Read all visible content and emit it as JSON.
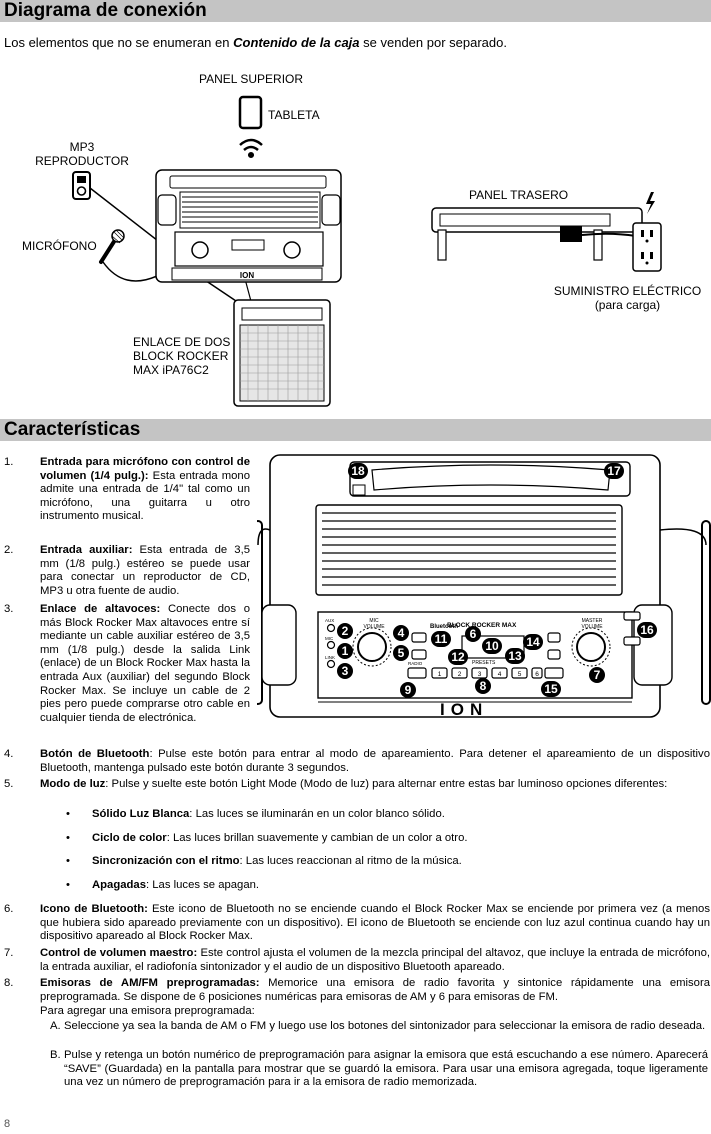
{
  "section1": {
    "title": "Diagrama de conexión"
  },
  "intro": {
    "before": "Los elementos que no se enumeran en ",
    "emphasis": "Contenido de la caja",
    "after": " se venden por separado."
  },
  "diagram1": {
    "panel_superior": "PANEL SUPERIOR",
    "tableta": "TABLETA",
    "mp3_line1": "MP3",
    "mp3_line2": "REPRODUCTOR",
    "microfono": "MICRÓFONO",
    "panel_trasero": "PANEL TRASERO",
    "suministro_line1": "SUMINISTRO ELÉCTRICO",
    "suministro_line2": "(para carga)",
    "enlace_line1": "ENLACE DE DOS",
    "enlace_line2": "BLOCK ROCKER",
    "enlace_line3": "MAX iPA76C2"
  },
  "section2": {
    "title": "Características"
  },
  "diagram2": {
    "brand": "BLOCK ROCKER MAX",
    "logo": "ION",
    "mic_volume": "MIC VOLUME",
    "master_volume": "MASTER VOLUME",
    "presets": "PRESETS",
    "bluetooth": "Bluetooth",
    "radio": "RADIO",
    "aux": "AUX",
    "mic": "MIC",
    "link": "LINK",
    "preset_buttons": [
      "1",
      "2",
      "3",
      "4",
      "5",
      "6"
    ],
    "callouts": [
      "1",
      "2",
      "3",
      "4",
      "5",
      "6",
      "7",
      "8",
      "9",
      "10",
      "11",
      "12",
      "13",
      "14",
      "15",
      "16",
      "17",
      "18"
    ]
  },
  "features": [
    {
      "num": "1.",
      "title": "Entrada para micrófono con control de volumen (1/4 pulg.):",
      "text": " Esta entrada mono admite una entrada de 1/4\" tal como un micrófono, una guitarra u otro instrumento musical."
    },
    {
      "num": "2.",
      "title": "Entrada auxiliar:",
      "text": " Esta entrada de 3,5 mm (1/8 pulg.) estéreo se puede usar para conectar un reproductor de CD, MP3 u otra fuente de audio."
    },
    {
      "num": "3.",
      "title": "Enlace de altavoces:",
      "text": " Conecte dos o más Block Rocker Max altavoces entre sí mediante un cable auxiliar estéreo de 3,5 mm (1/8 pulg.) desde la salida Link (enlace) de un Block Rocker Max hasta la entrada Aux (auxiliar) del segundo Block Rocker Max. Se incluye un cable de 2 pies pero puede comprarse otro cable en cualquier tienda de electrónica."
    },
    {
      "num": "4.",
      "title": "Botón de Bluetooth",
      "text": ": Pulse este botón para entrar al modo de apareamiento. Para detener el apareamiento de un dispositivo Bluetooth, mantenga pulsado este botón durante 3 segundos."
    },
    {
      "num": "5.",
      "title": "Modo de luz",
      "text": ": Pulse y suelte este botón Light Mode (Modo de luz) para alternar entre estas bar luminoso opciones diferentes:"
    },
    {
      "num": "6.",
      "title": "Icono de Bluetooth:",
      "text": " Este icono de Bluetooth no se enciende cuando el Block Rocker Max se enciende por primera vez (a menos que hubiera sido apareado previamente con un dispositivo). El icono de Bluetooth se enciende con luz azul continua cuando hay un dispositivo apareado al Block Rocker Max."
    },
    {
      "num": "7.",
      "title": "Control de volumen maestro:",
      "text": " Este control ajusta el volumen de la mezcla principal del altavoz, que incluye la entrada de micrófono, la entrada auxiliar, el radiofonía sintonizador y el audio de un dispositivo Bluetooth apareado."
    },
    {
      "num": "8.",
      "title": "Emisoras de AM/FM preprogramadas:",
      "text": " Memorice una emisora de radio favorita y sintonice rápidamente una emisora preprogramada. Se dispone de 6 posiciones numéricas para emisoras de AM y 6 para emisoras de FM."
    }
  ],
  "light_modes": [
    {
      "title": "Sólido Luz Blanca",
      "text": ": Las luces se iluminarán en un color blanco sólido."
    },
    {
      "title": "Ciclo de color",
      "text": ": Las luces brillan suavemente y cambian de un color a otro."
    },
    {
      "title": "Sincronización con el ritmo",
      "text": ": Las luces reaccionan al ritmo de la música."
    },
    {
      "title": "Apagadas",
      "text": ": Las luces se apagan."
    }
  ],
  "preset_intro": "Para agregar una emisora preprogramada:",
  "preset_steps": [
    {
      "letter": "A.",
      "text": "Seleccione ya sea la banda de AM o FM y luego use los botones del sintonizador para seleccionar la emisora de radio deseada."
    },
    {
      "letter": "B.",
      "text": "Pulse y retenga un botón numérico de preprogramación para asignar la emisora que está escuchando a ese número. Aparecerá “SAVE” (Guardada) en la pantalla para mostrar que se guardó la emisora. Para usar una emisora agregada, toque ligeramente una vez un número de preprogramación para ir a la emisora de radio memorizada."
    }
  ],
  "page_number": "8"
}
